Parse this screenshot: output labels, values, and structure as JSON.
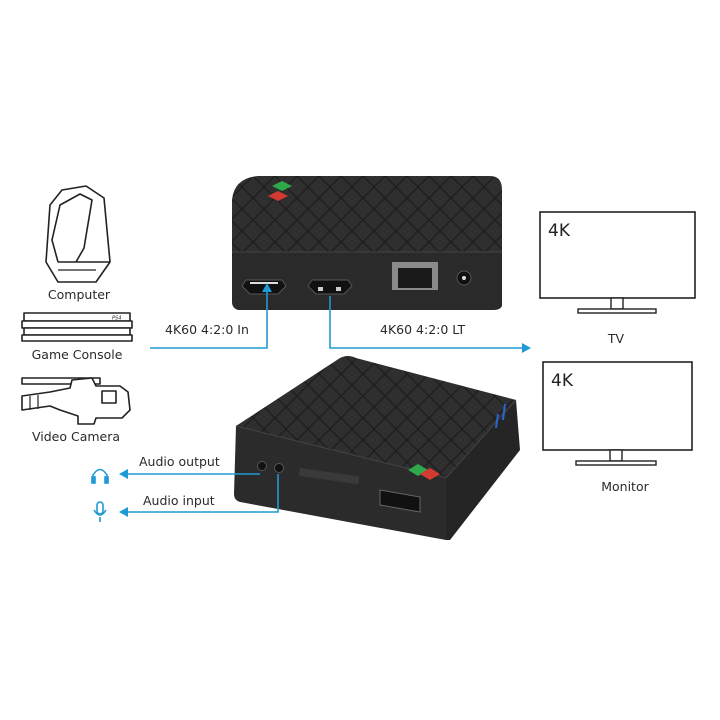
{
  "sources": [
    {
      "label": "Computer",
      "icon": "computer-tower-icon"
    },
    {
      "label": "Game Console",
      "icon": "game-console-icon"
    },
    {
      "label": "Video Camera",
      "icon": "video-camera-icon"
    }
  ],
  "connections": {
    "input_label": "4K60  4:2:0 In",
    "output_label": "4K60  4:2:0 LT",
    "audio_output_label": "Audio output",
    "audio_input_label": "Audio input"
  },
  "displays": [
    {
      "label": "TV",
      "screen_text": "4K",
      "icon": "tv-icon"
    },
    {
      "label": "Monitor",
      "screen_text": "4K",
      "icon": "monitor-icon"
    }
  ],
  "colors": {
    "accent": "#1f9ad6",
    "device": "#2e2e2e",
    "led_green": "#2fa84a",
    "led_red": "#d43a2f"
  }
}
